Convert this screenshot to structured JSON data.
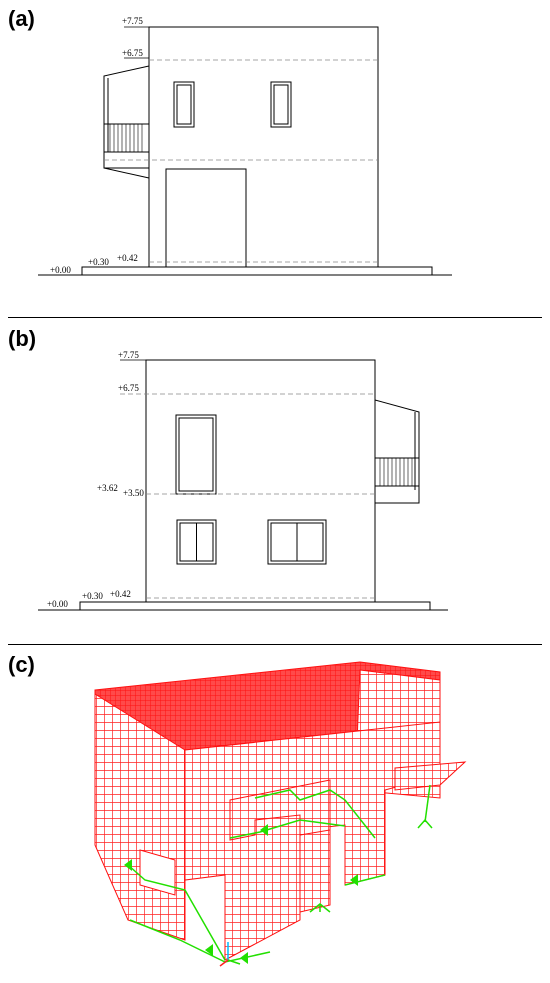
{
  "panels": [
    {
      "label": "(a)",
      "levels": {
        "top": "+7.75",
        "roof": "+6.75",
        "ground": "+0.00",
        "plinth": "+0.30",
        "floor": "+0.42"
      }
    },
    {
      "label": "(b)",
      "levels": {
        "top": "+7.75",
        "roof": "+6.75",
        "mid_left": "+3.62",
        "mid_right": "+3.50",
        "ground": "+0.00",
        "plinth": "+0.30",
        "floor": "+0.42"
      }
    },
    {
      "label": "(c)"
    }
  ],
  "colors": {
    "mesh": "#ff2020",
    "supports": "#22e000",
    "line": "#000000",
    "dashed": "#888888"
  }
}
